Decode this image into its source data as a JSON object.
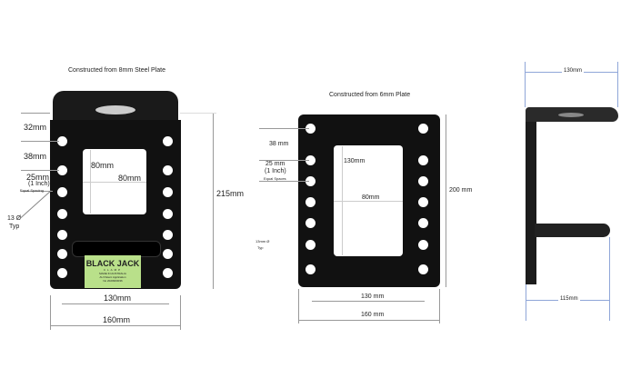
{
  "plate_8mm": {
    "title": "Constructed from 8mm Steel Plate",
    "dim_top": "32mm",
    "dim_gap": "38mm",
    "dim_spacing": "25mm",
    "dim_spacing_inch": "(1 Inch)",
    "dim_spacing_note": "Equal Spacing",
    "hole": "13 Ø",
    "hole_typ": "Typ",
    "window_h": "80mm",
    "window_w": "80mm",
    "height": "215mm",
    "hole_span": "130mm",
    "width": "160mm",
    "label": {
      "brand": "BLACK JACK",
      "sub": "CLAMP",
      "line1": "MADE IN AUSTRALIA",
      "line2": "AU Patent Application",
      "line3": "No 2020903036"
    }
  },
  "plate_6mm": {
    "title": "Constructed from 6mm Plate",
    "dim_gap": "38 mm",
    "dim_spacing": "25 mm",
    "dim_spacing_inch": "(1 Inch)",
    "dim_spacing_note": "Equal Spaces",
    "hole": "13mm Ø",
    "hole_typ": "Typ",
    "window_h": "130mm",
    "window_w": "80mm",
    "height": "200 mm",
    "hole_span": "130 mm",
    "width": "160 mm"
  },
  "side_view": {
    "top_width": "130mm",
    "bottom_width": "115mm"
  },
  "colors": {
    "plate": "#111111",
    "label": "#b9e08a",
    "dim_blue": "#8fa6d8"
  }
}
